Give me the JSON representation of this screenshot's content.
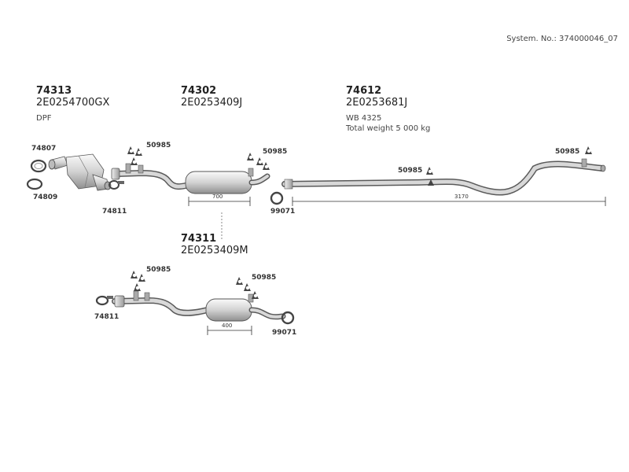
{
  "system_no": "System. No.: 374000046_07",
  "sections": {
    "cat": {
      "part_no": "74313",
      "code": "2E0254700GX",
      "note": "DPF"
    },
    "front": {
      "part_no": "74302",
      "code": "2E0253409J"
    },
    "rear": {
      "part_no": "74612",
      "code": "2E0253681J",
      "note_wb": "WB 4325",
      "note_weight": "Total weight 5 000 kg"
    },
    "alt": {
      "part_no": "74311",
      "code": "2E0253409M"
    }
  },
  "refs": {
    "gasket": "74807",
    "ring": "74809",
    "clamp": "74811",
    "clamp_alt": "74811",
    "hanger_a": "50985",
    "hanger_b": "50985",
    "hanger_c": "50985",
    "hanger_d": "50985",
    "hanger_e": "50985",
    "hanger_f": "50985",
    "seal": "99071",
    "seal_alt": "99071"
  },
  "dimensions": {
    "front_length": "700",
    "rear_length": "3170",
    "alt_length": "400"
  }
}
